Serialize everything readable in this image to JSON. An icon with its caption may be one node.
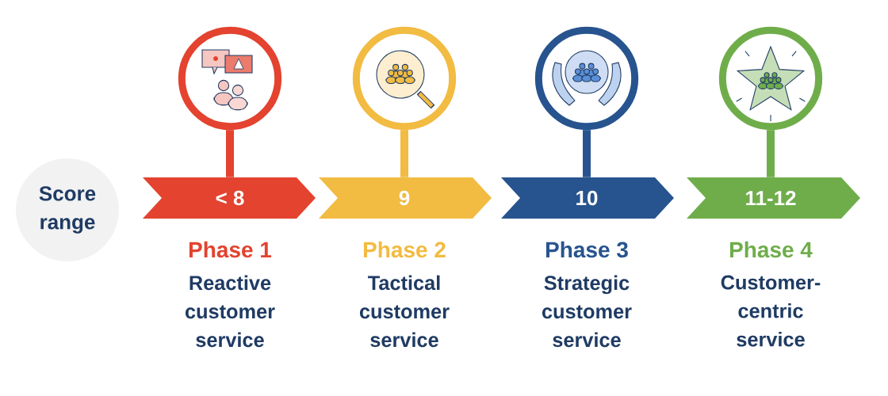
{
  "diagram": {
    "nodes": [
      {
        "text": [
          "Score range"
        ]
      },
      {
        "text": [
          "< 8"
        ],
        "beside": [
          "Phase 1",
          "Reactive customer service"
        ]
      },
      {
        "text": [
          "9"
        ],
        "beside": [
          "Phase 2",
          "Tactical customer service"
        ]
      },
      {
        "text": [
          "10"
        ],
        "beside": [
          "Phase 3",
          "Strategic customer service"
        ]
      },
      {
        "text": [
          "11-12"
        ],
        "beside": [
          "Phase 4",
          "Customer-centric service"
        ]
      },
      {
        "text": [],
        "shape": "circle"
      },
      {
        "text": [],
        "shape": "circle"
      },
      {
        "text": [],
        "shape": "circle"
      },
      {
        "text": [],
        "shape": "circle"
      }
    ],
    "edges": [
      {
        "from": 5,
        "to": 1,
        "arrow": "none",
        "color": "#e3432f"
      },
      {
        "from": 6,
        "to": 2,
        "arrow": "none",
        "color": "#f2bb41"
      },
      {
        "from": 7,
        "to": 3,
        "arrow": "none",
        "color": "#27548f"
      },
      {
        "from": 8,
        "to": 4,
        "arrow": "none",
        "color": "#6fad4b"
      }
    ]
  }
}
